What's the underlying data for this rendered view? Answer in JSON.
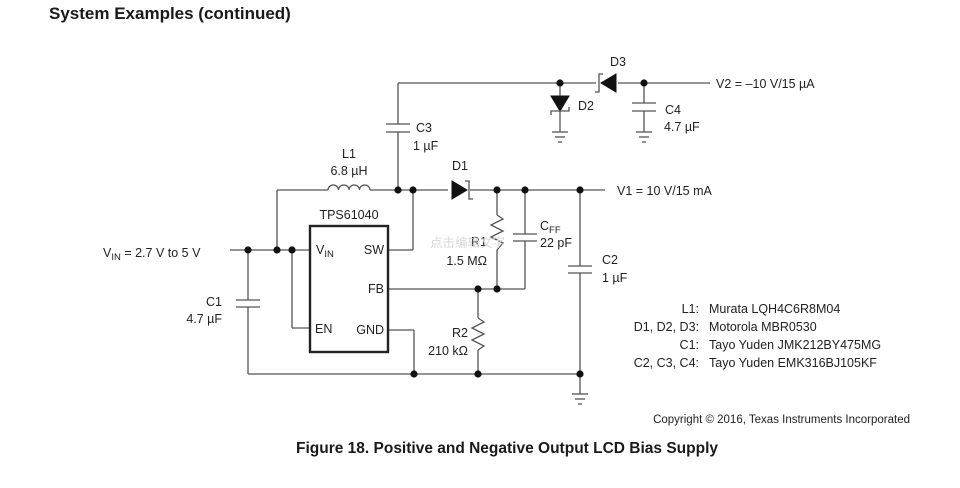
{
  "section_title": "System Examples (continued)",
  "figure_caption": "Figure 18.  Positive and Negative Output LCD Bias Supply",
  "copyright": "Copyright © 2016, Texas Instruments Incorporated",
  "watermark": "点击编辑文字",
  "ic": {
    "name": "TPS61040",
    "pins": {
      "vin": "V",
      "vin_sub": "IN",
      "sw": "SW",
      "fb": "FB",
      "en": "EN",
      "gnd": "GND"
    }
  },
  "nets": {
    "vin": {
      "label": "V",
      "sub": "IN",
      "rest": " = 2.7 V to 5 V"
    },
    "v1": "V1 = 10 V/15 mA",
    "v2": "V2 = –10 V/15 µA"
  },
  "components": {
    "L1": {
      "ref": "L1",
      "value": "6.8 µH"
    },
    "C1": {
      "ref": "C1",
      "value": "4.7 µF"
    },
    "C2": {
      "ref": "C2",
      "value": "1 µF"
    },
    "C3": {
      "ref": "C3",
      "value": "1 µF"
    },
    "C4": {
      "ref": "C4",
      "value": "4.7 µF"
    },
    "CFF": {
      "ref": "C",
      "ref_sub": "FF",
      "value": "22 pF"
    },
    "R1": {
      "ref": "R1",
      "value": "1.5 MΩ"
    },
    "R2": {
      "ref": "R2",
      "value": "210 kΩ"
    },
    "D1": {
      "ref": "D1"
    },
    "D2": {
      "ref": "D2"
    },
    "D3": {
      "ref": "D3"
    }
  },
  "bom": [
    {
      "ref": "L1:",
      "part": "Murata LQH4C6R8M04"
    },
    {
      "ref": "D1, D2, D3:",
      "part": "Motorola MBR0530"
    },
    {
      "ref": "C1:",
      "part": "Tayo Yuden JMK212BY475MG"
    },
    {
      "ref": "C2, C3, C4:",
      "part": "Tayo Yuden EMK316BJ105KF"
    }
  ]
}
